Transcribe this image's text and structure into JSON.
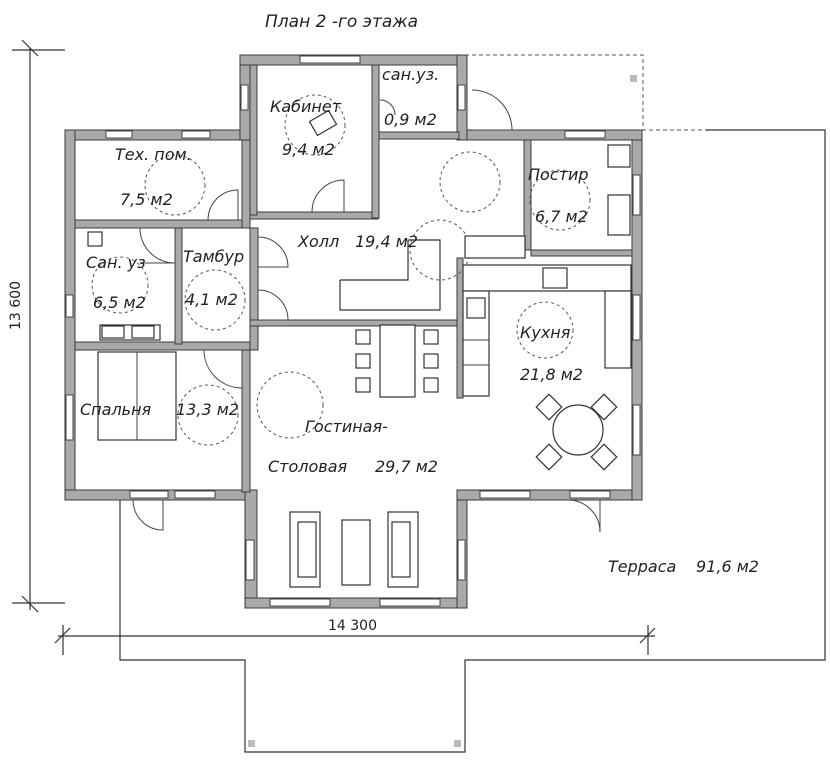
{
  "title": "План 2 -го этажа",
  "rooms": {
    "cabinet": {
      "name": "Кабинет",
      "area": "9,4 м2"
    },
    "wc_small": {
      "name": "сан.уз.",
      "area": "0,9 м2"
    },
    "tech": {
      "name": "Тех. пом.",
      "area": "7,5 м2"
    },
    "pantry": {
      "name": "Постир",
      "area": "6,7 м2"
    },
    "bath": {
      "name": "Сан. уз",
      "area": "6,5 м2"
    },
    "vestibule": {
      "name": "Тамбур",
      "area": "4,1 м2"
    },
    "hall": {
      "name": "Холл",
      "area": "19,4 м2"
    },
    "kitchen": {
      "name": "Кухня",
      "area": "21,8 м2"
    },
    "bedroom": {
      "name": "Спальня",
      "area": "13,3 м2"
    },
    "living": {
      "name": "Гостиная-",
      "name2": "Столовая",
      "area": "29,7 м2"
    },
    "terrace": {
      "name": "Терраса",
      "area": "91,6 м2"
    }
  },
  "dimensions": {
    "height_label": "13 600",
    "width_label": "14 300"
  },
  "colors": {
    "wall_fill": "#a9a9a9",
    "line": "#333333",
    "background": "#ffffff"
  }
}
